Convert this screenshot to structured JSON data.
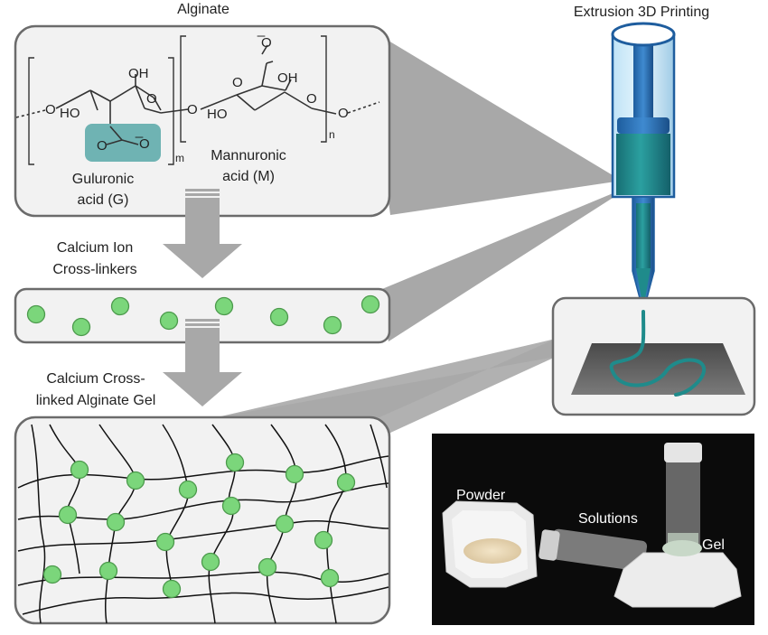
{
  "alginate": {
    "title": "Alginate",
    "oh_top": "OH",
    "ho_left": "HO",
    "o_ether_left": "O",
    "o_ring_left": "O",
    "o_bridge": "O",
    "ho_right": "HO",
    "o_carboxyl_top": "O",
    "o_carboxyl_charge": "̅O",
    "oh_right": "OH",
    "o_ring_right": "O",
    "o_ether_right": "O",
    "carboxyl_o_left": "O",
    "carboxyl_o_right": "̅O",
    "subscript_m": "m",
    "subscript_n": "n",
    "guluronic_line1": "Guluronic",
    "guluronic_line2": "acid (G)",
    "mannuronic_line1": "Mannuronic",
    "mannuronic_line2": "acid (M)"
  },
  "calcium": {
    "label_line1": "Calcium Ion",
    "label_line2": "Cross-linkers"
  },
  "gel": {
    "label_line1": "Calcium Cross-",
    "label_line2": "linked Alginate Gel"
  },
  "printing": {
    "title": "Extrusion 3D Printing"
  },
  "photo": {
    "powder": "Powder",
    "solutions": "Solutions",
    "gel": "Gel"
  },
  "colors": {
    "green_dot": "#7bd67b",
    "teal_highlight": "#6fb3b3",
    "syringe_blue": "#2d6fb5",
    "syringe_teal": "#1f8b8b",
    "panel_bg": "#f2f2f2",
    "funnel_gray": "#a8a8a8"
  }
}
